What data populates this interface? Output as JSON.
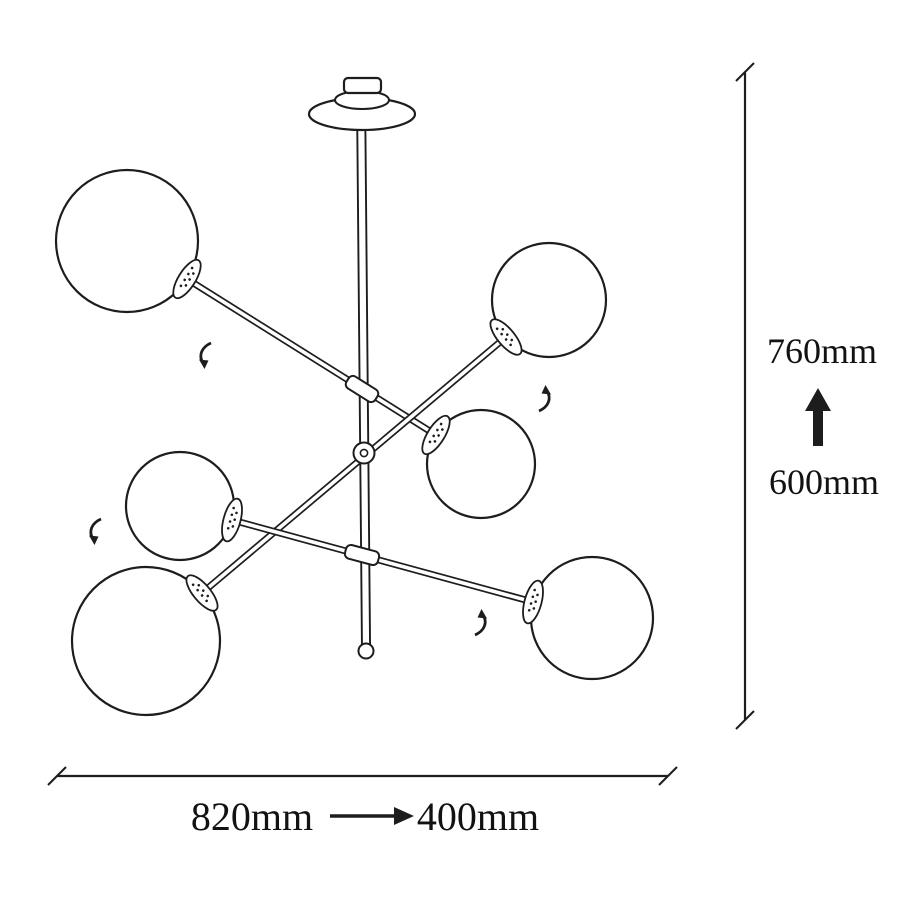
{
  "figure": {
    "kind": "technical dimension line drawing",
    "subject": "six-globe sputnik ceiling pendant lamp with three pivoting arms",
    "background": "#ffffff",
    "ink_color": "#1d1d1d",
    "globe_count": 6,
    "arm_count": 3,
    "rotation_indicator_count": 4,
    "icons": {
      "up_arrow": "↑",
      "right_arrow": "→",
      "rotate_arrow": "⤸"
    }
  },
  "dimensions": {
    "vertical": {
      "primary_label": "760mm",
      "secondary_label": "600mm",
      "arrow_glyph": "↑"
    },
    "horizontal": {
      "primary_label": "820mm",
      "secondary_label": "400mm",
      "arrow_glyph": "→"
    }
  }
}
